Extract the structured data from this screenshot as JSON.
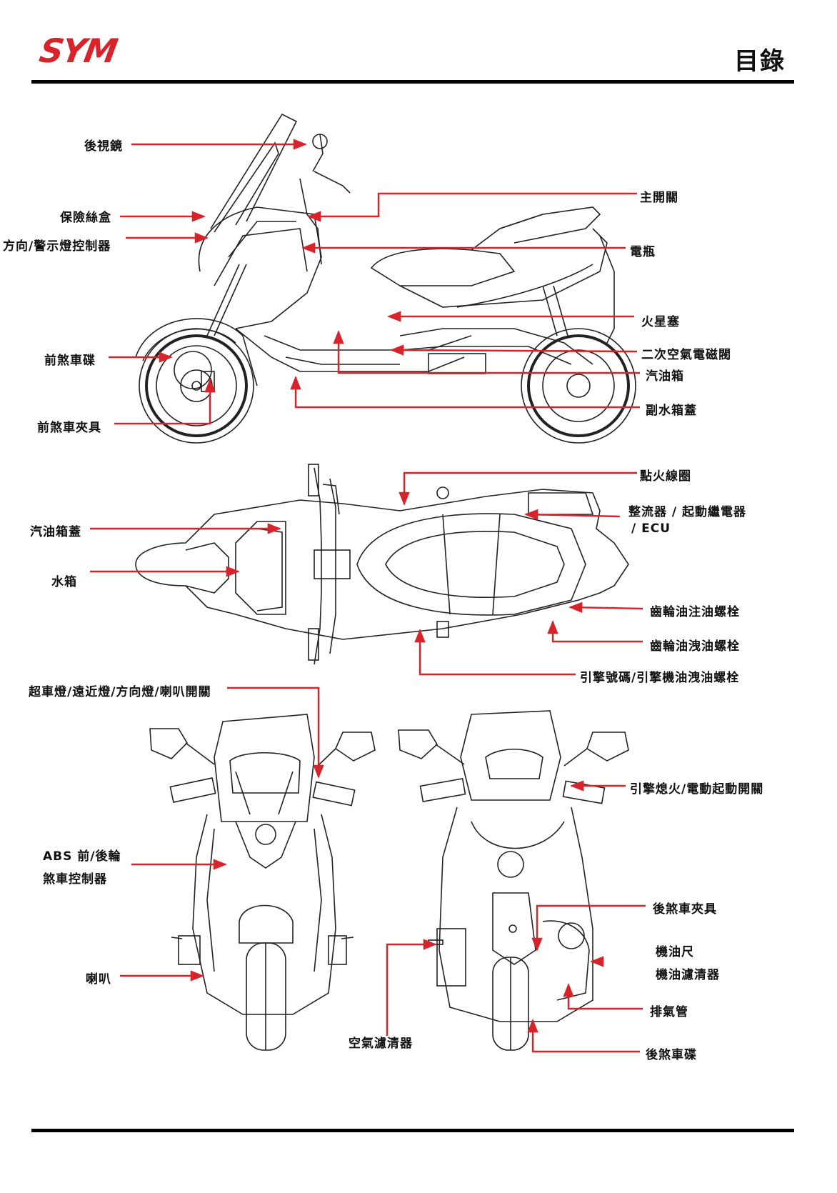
{
  "header": {
    "logo": "SYM",
    "title": "目錄"
  },
  "side_view": {
    "rearview_mirror": "後視鏡",
    "fuse_box": "保險絲盒",
    "turn_hazard_controller": "方向/警示燈控制器",
    "front_brake_disc": "前煞車碟",
    "front_brake_caliper": "前煞車夾具",
    "main_switch": "主開關",
    "battery": "電瓶",
    "spark_plug": "火星塞",
    "secondary_air_valve": "二次空氣電磁閥",
    "fuel_tank": "汽油箱",
    "reserve_tank_cap": "副水箱蓋"
  },
  "top_view": {
    "ignition_coil": "點火線圈",
    "regulator_relay": "整流器 / 起動繼電器",
    "ecu": "/ ECU",
    "fuel_tank_cap": "汽油箱蓋",
    "radiator": "水箱",
    "gear_oil_fill_bolt": "齒輪油注油螺栓",
    "gear_oil_drain_bolt": "齒輪油洩油螺栓",
    "engine_number_drain": "引擎號碼/引擎機油洩油螺栓"
  },
  "front_view": {
    "handlebar_switches": "超車燈/遠近燈/方向燈/喇叭開關",
    "abs_line1": "ABS 前/後輪",
    "abs_line2": "煞車控制器",
    "horn": "喇叭"
  },
  "rear_view": {
    "kill_start_switch": "引擎熄火/電動起動開關",
    "rear_brake_caliper": "後煞車夾具",
    "oil_dipstick": "機油尺",
    "oil_filter": "機油濾清器",
    "exhaust": "排氣管",
    "air_cleaner": "空氣濾清器",
    "rear_brake_disc": "後煞車碟"
  },
  "colors": {
    "leader": "#d8232a",
    "rule": "#000000",
    "ink": "#111111",
    "brand": "#d8232a"
  }
}
